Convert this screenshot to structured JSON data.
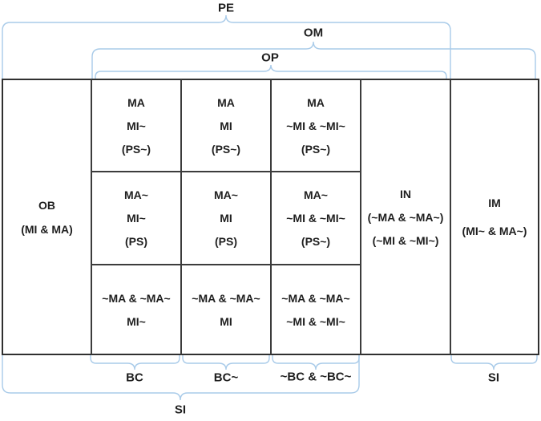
{
  "braces": {
    "pe": {
      "label": "PE"
    },
    "om": {
      "label": "OM"
    },
    "op": {
      "label": "OP"
    },
    "bc": {
      "label": "BC"
    },
    "bc_tilde": {
      "label": "BC~"
    },
    "bc_neither": {
      "label": "~BC & ~BC~"
    },
    "si_im": {
      "label": "SI"
    },
    "si_all": {
      "label": "SI"
    }
  },
  "table": {
    "ob": [
      "OB",
      "(MI & MA)"
    ],
    "grid": [
      [
        "MA",
        "MI~",
        "(PS~)"
      ],
      [
        "MA",
        "MI",
        "(PS~)"
      ],
      [
        "MA",
        "~MI & ~MI~",
        "(PS~)"
      ],
      [
        "MA~",
        "MI~",
        "(PS)"
      ],
      [
        "MA~",
        "MI",
        "(PS)"
      ],
      [
        "MA~",
        "~MI & ~MI~",
        "(PS~)"
      ],
      [
        "~MA & ~MA~",
        "MI~"
      ],
      [
        "~MA & ~MA~",
        "MI"
      ],
      [
        "~MA & ~MA~",
        "~MI & ~MI~"
      ]
    ],
    "in_col": [
      "IN",
      "(~MA & ~MA~)",
      "(~MI & ~MI~)"
    ],
    "im": [
      "IM",
      "(MI~ & MA~)"
    ]
  },
  "colors": {
    "brace": "#a9cbe9",
    "table_border": "#3c3c3c",
    "text": "#1f1f1f",
    "background": "#ffffff"
  }
}
